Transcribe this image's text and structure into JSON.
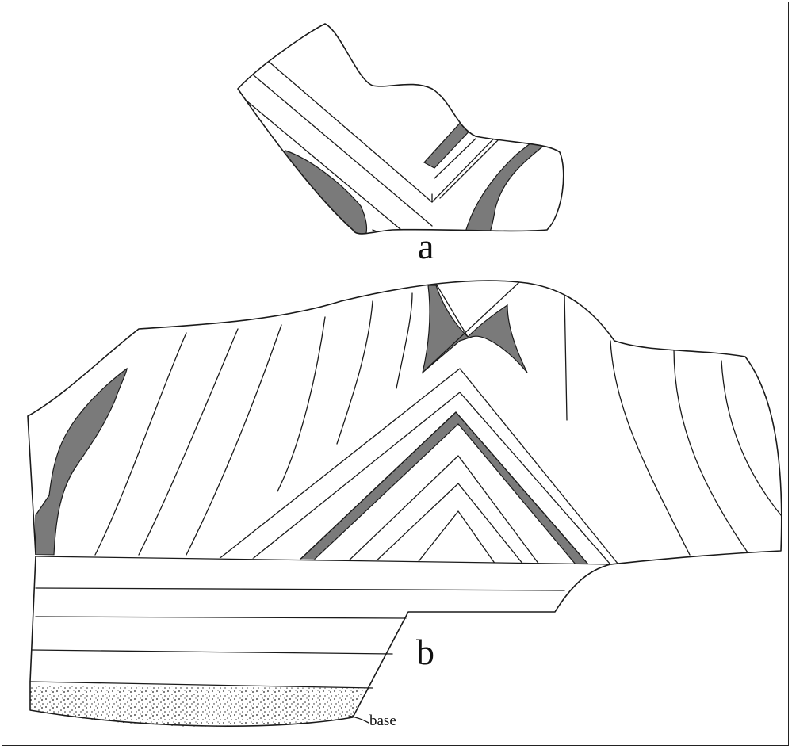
{
  "figure": {
    "label_a": "a",
    "label_b": "b",
    "label_base": "base"
  },
  "colors": {
    "line": "#1a1a1a",
    "shade": "#7a7a7a",
    "background": "#ffffff"
  }
}
